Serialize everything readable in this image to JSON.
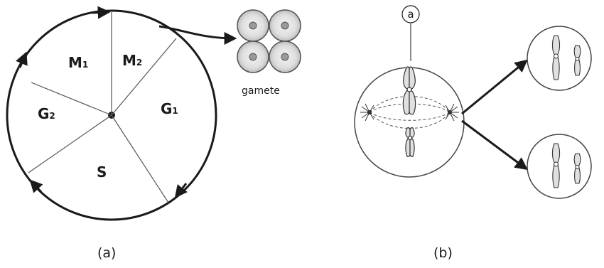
{
  "panel_a": {
    "phases": {
      "m": {
        "letter": "M",
        "index": "1"
      },
      "m2": {
        "letter": "M",
        "index": "2"
      },
      "g1": {
        "letter": "G",
        "index": "1"
      },
      "g2": {
        "letter": "G",
        "index": "2"
      },
      "s": {
        "letter": "S"
      }
    },
    "gamete_label": "gamete",
    "caption": "(a)"
  },
  "panel_b": {
    "marker_label": "a",
    "caption": "(b)"
  }
}
